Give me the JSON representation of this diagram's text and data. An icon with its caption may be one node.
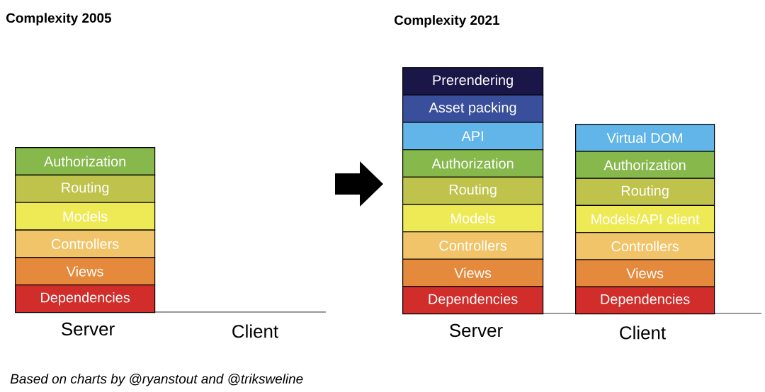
{
  "diagram": {
    "nodes": [
      {
        "text": [
          "Authorization"
        ]
      },
      {
        "text": [
          "Routing"
        ]
      },
      {
        "text": [
          "Models"
        ]
      },
      {
        "text": [
          "Controllers"
        ]
      },
      {
        "text": [
          "Views"
        ]
      },
      {
        "text": [
          "Dependencies"
        ]
      },
      {
        "text": [
          "Prerendering"
        ]
      },
      {
        "text": [
          "Asset packing"
        ]
      },
      {
        "text": [
          "API"
        ]
      },
      {
        "text": [
          "Authorization"
        ]
      },
      {
        "text": [
          "Routing"
        ]
      },
      {
        "text": [
          "Models"
        ]
      },
      {
        "text": [
          "Controllers"
        ]
      },
      {
        "text": [
          "Views"
        ]
      },
      {
        "text": [
          "Dependencies"
        ]
      },
      {
        "text": [
          "Virtual DOM"
        ]
      },
      {
        "text": [
          "Authorization"
        ]
      },
      {
        "text": [
          "Routing"
        ]
      },
      {
        "text": [
          "Models/API client"
        ]
      },
      {
        "text": [
          "Controllers"
        ]
      },
      {
        "text": [
          "Views"
        ]
      },
      {
        "text": [
          "Dependencies"
        ]
      }
    ],
    "labels": [
      "Complexity 2005",
      "Complexity 2021",
      "Server",
      "Client",
      "Server",
      "Client",
      "Based on charts by @ryanstout and @triksweline"
    ]
  }
}
